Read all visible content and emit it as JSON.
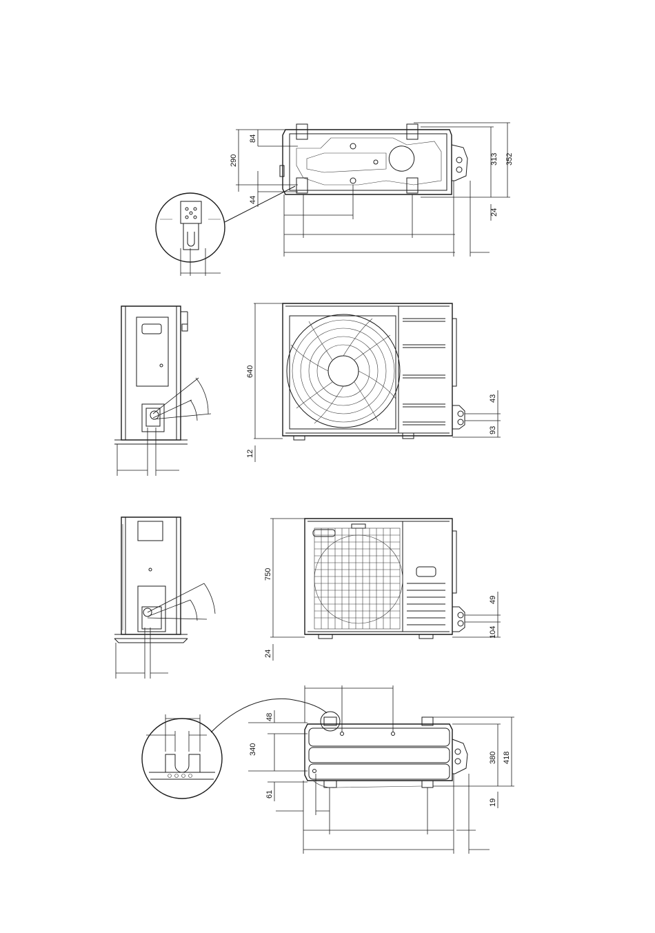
{
  "dimensions": {
    "top_view": {
      "d84": "84",
      "d290": "290",
      "d44": "44",
      "d313": "313",
      "d352": "352",
      "d24": "24"
    },
    "unit_640": {
      "height": "640",
      "d43": "43",
      "d93": "93",
      "d12": "12"
    },
    "unit_750": {
      "height": "750",
      "d49": "49",
      "d104": "104",
      "d24": "24"
    },
    "bottom_view": {
      "d48": "48",
      "d340": "340",
      "d61": "61",
      "d380": "380",
      "d418": "418",
      "d19": "19"
    }
  }
}
